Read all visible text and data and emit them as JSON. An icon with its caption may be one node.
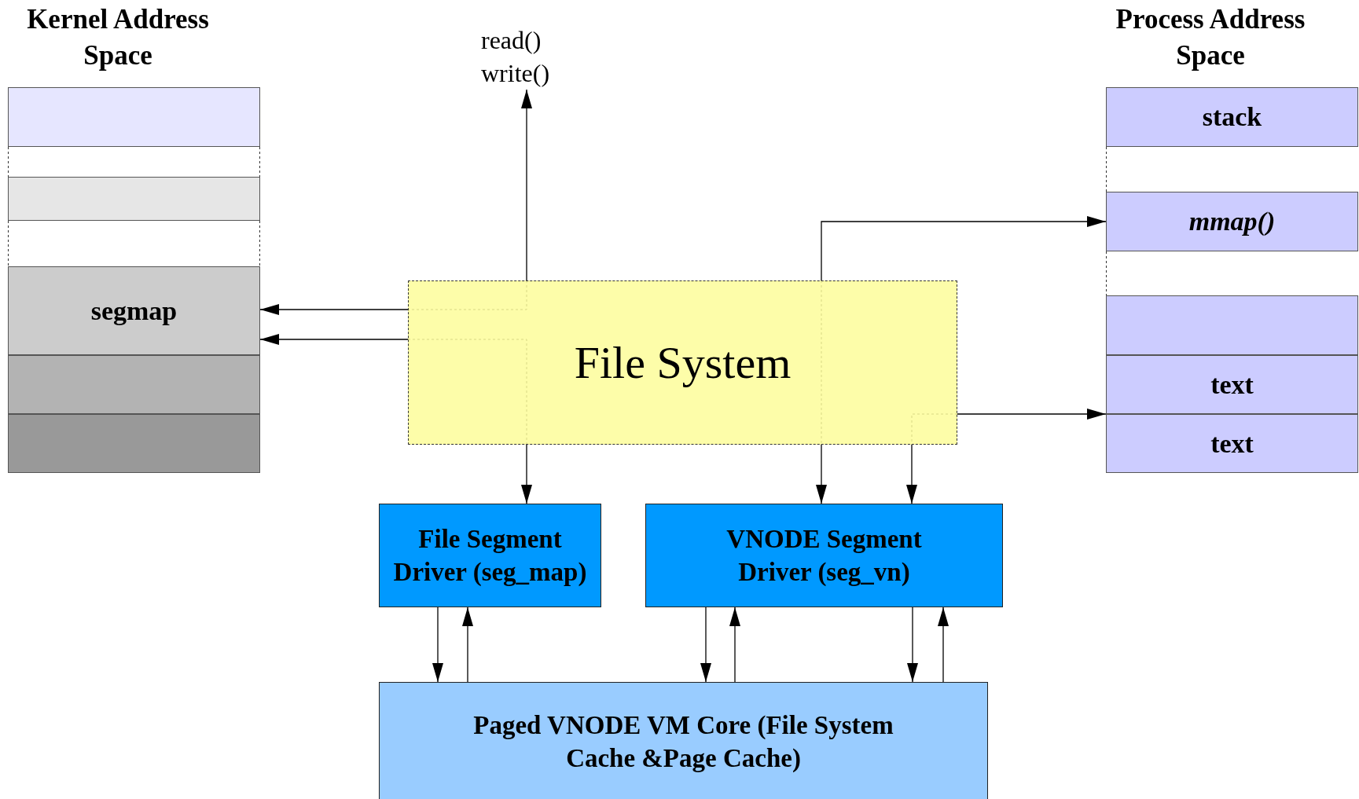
{
  "diagram": {
    "nodes": [
      {
        "text": [],
        "shape": "box"
      },
      {
        "text": [],
        "shape": "box"
      },
      {
        "text": [
          "segmap"
        ]
      },
      {
        "text": [],
        "shape": "box"
      },
      {
        "text": [],
        "shape": "box"
      },
      {
        "text": [
          "stack"
        ]
      },
      {
        "text": [
          "mmap()"
        ]
      },
      {
        "text": [],
        "shape": "box"
      },
      {
        "text": [
          "text"
        ]
      },
      {
        "text": [
          "text"
        ]
      },
      {
        "text": [
          "read() write()"
        ]
      },
      {
        "text": [
          "File System"
        ]
      },
      {
        "text": [
          "File Segment Driver (seg_map)"
        ]
      },
      {
        "text": [
          "VNODE Segment Driver (seg_vn)"
        ]
      },
      {
        "text": [
          "Paged VNODE VM Core (File System Cache &Page Cache)"
        ]
      }
    ],
    "edges": [
      {
        "from": 11,
        "to": 10,
        "arrow": "to"
      },
      {
        "from": 11,
        "to": 2,
        "arrow": "to"
      },
      {
        "from": 11,
        "to": 2,
        "arrow": "to"
      },
      {
        "from": 11,
        "to": 12,
        "arrow": "to"
      },
      {
        "from": 11,
        "to": 6,
        "arrow": "to"
      },
      {
        "from": 11,
        "to": 13,
        "arrow": "to"
      },
      {
        "from": 11,
        "to": 8,
        "arrow": "to"
      },
      {
        "from": 11,
        "to": 13,
        "arrow": "to"
      },
      {
        "from": 12,
        "to": 14,
        "arrow": "to"
      },
      {
        "from": 14,
        "to": 12,
        "arrow": "to"
      },
      {
        "from": 13,
        "to": 14,
        "arrow": "to"
      },
      {
        "from": 14,
        "to": 13,
        "arrow": "to"
      },
      {
        "from": 13,
        "to": 14,
        "arrow": "to"
      },
      {
        "from": 14,
        "to": 13,
        "arrow": "to"
      }
    ],
    "labels": [
      "Kernel Address Space",
      "Process Address Space"
    ]
  }
}
